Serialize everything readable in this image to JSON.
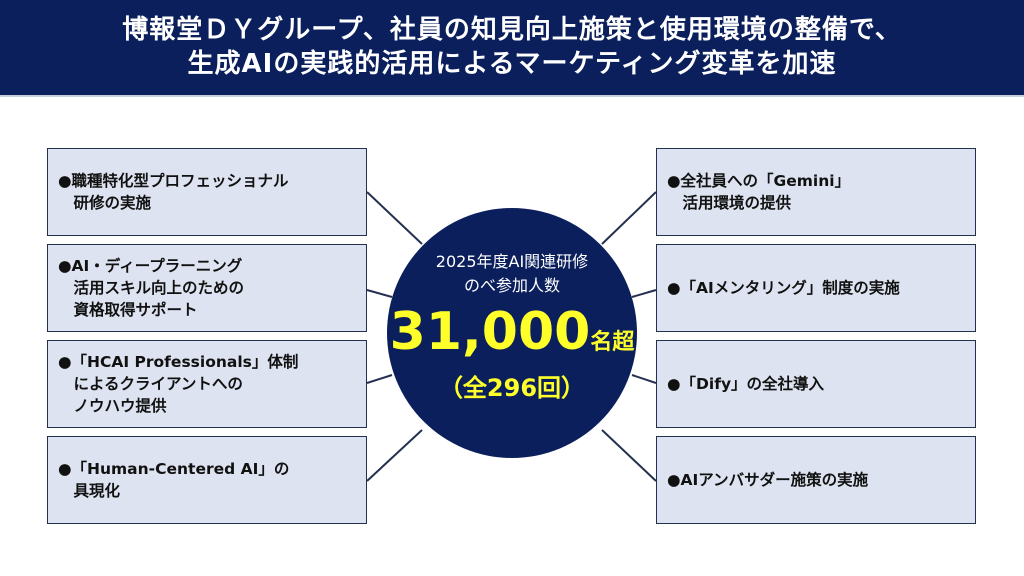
{
  "header": {
    "line1": "博報堂ＤＹグループ、社員の知見向上施策と使用環境の整備で、",
    "line2": "生成AIの実践的活用によるマーケティング変革を加速"
  },
  "center": {
    "caption": "2025年度AI関連研修\nのべ参加人数",
    "number": "31,000",
    "unit": "名超",
    "sessions": "（全296回）"
  },
  "left_items": [
    "●職種特化型プロフェッショナル\n　研修の実施",
    "●AI・ディープラーニング\n　活用スキル向上のための\n　資格取得サポート",
    "●「HCAI Professionals」体制\n　によるクライアントへの\n　ノウハウ提供",
    "●「Human-Centered AI」の\n　具現化"
  ],
  "right_items": [
    "●全社員への「Gemini」\n　活用環境の提供",
    "●「AIメンタリング」制度の実施",
    "●「Dify」の全社導入",
    "●AIアンバサダー施策の実施"
  ],
  "colors": {
    "navy": "#0b1f5c",
    "box_fill": "#dde3f0",
    "highlight": "#ffff2a"
  }
}
